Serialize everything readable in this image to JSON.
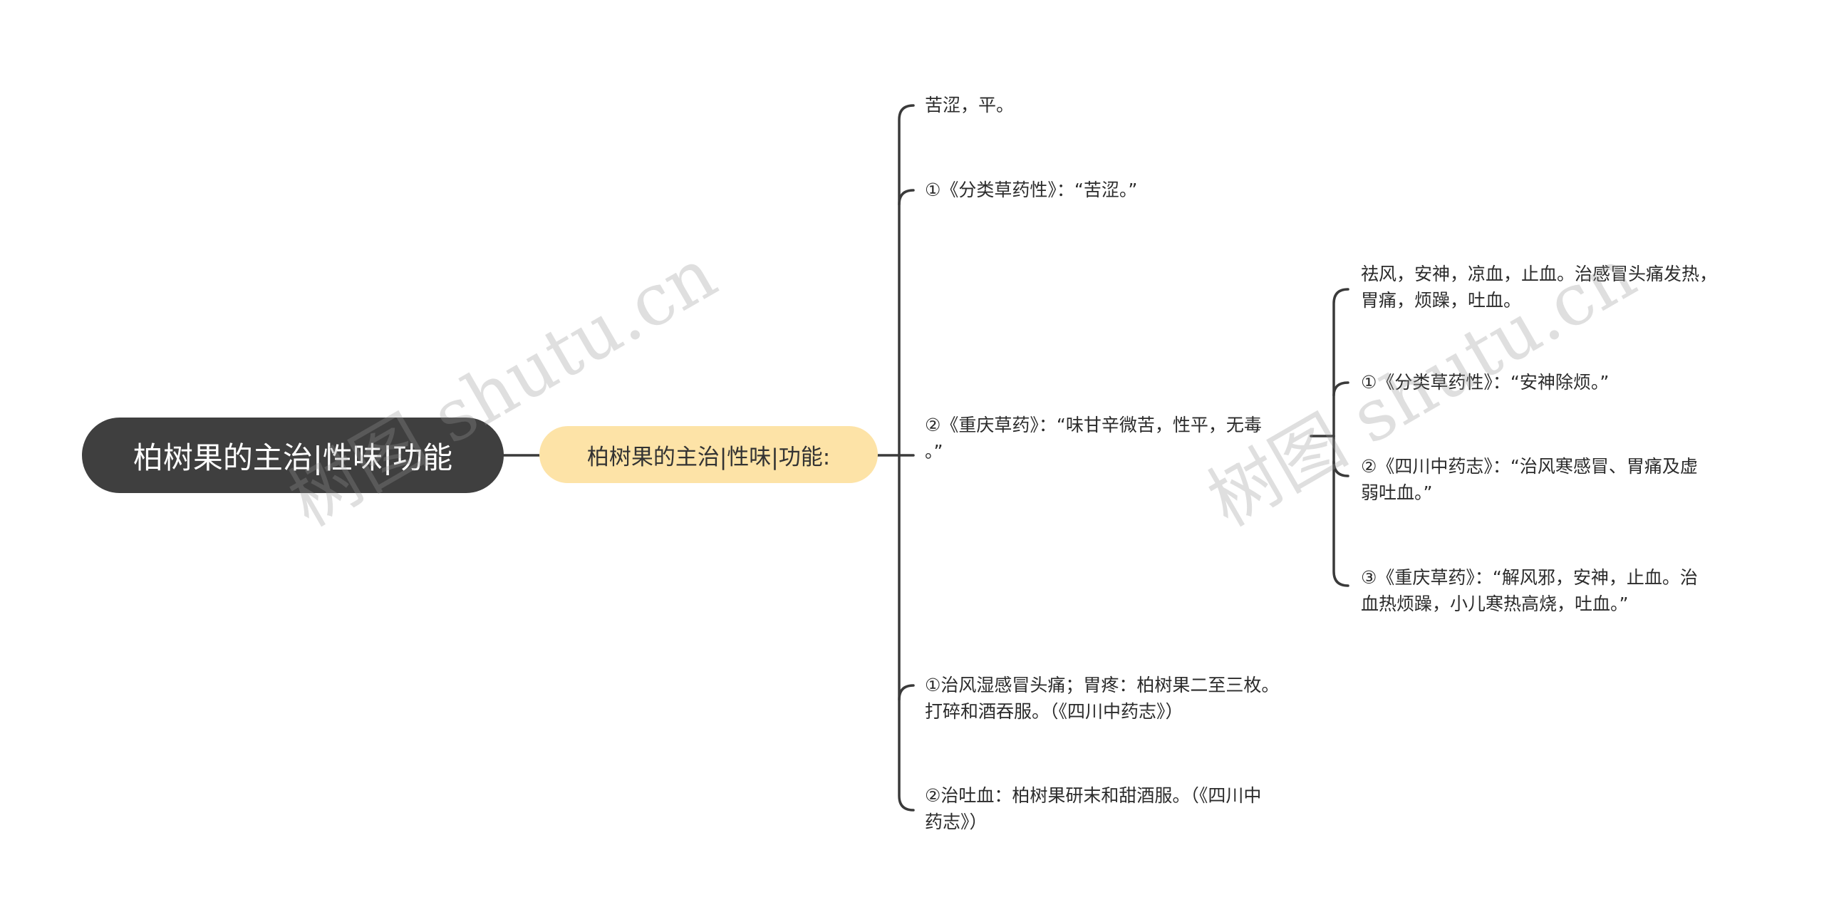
{
  "root": {
    "label": "柏树果的主治|性味|功能"
  },
  "main": {
    "label": "柏树果的主治|性味|功能:"
  },
  "branches": [
    {
      "lines": [
        "苦涩，平。"
      ]
    },
    {
      "lines": [
        "①《分类草药性》：“苦涩。”"
      ]
    },
    {
      "lines": [
        "②《重庆草药》：“味甘辛微苦，性平，无毒",
        "。”"
      ]
    },
    {
      "lines": [
        "①治风湿感冒头痛；胃疼：柏树果二至三枚。",
        "打碎和酒吞服。（《四川中药志》）"
      ]
    },
    {
      "lines": [
        "②治吐血：柏树果研末和甜酒服。（《四川中",
        "药志》）"
      ]
    }
  ],
  "sub_branches": [
    {
      "lines": [
        "祛风，安神，凉血，止血。治感冒头痛发热，",
        "胃痛，烦躁，吐血。"
      ]
    },
    {
      "lines": [
        "①《分类草药性》：“安神除烦。”"
      ]
    },
    {
      "lines": [
        "②《四川中药志》：“治风寒感冒、胃痛及虚",
        "弱吐血。”"
      ]
    },
    {
      "lines": [
        "③《重庆草药》：“解风邪，安神，止血。治",
        "血热烦躁，小儿寒热高烧，吐血。”"
      ]
    }
  ],
  "watermarks": [
    "树图 shutu.cn",
    "树图 shutu.cn"
  ],
  "colors": {
    "root_bg": "#3f3f3f",
    "main_bg": "#fde3a7",
    "line": "#3a3a3a",
    "text": "#2b2b2b"
  }
}
